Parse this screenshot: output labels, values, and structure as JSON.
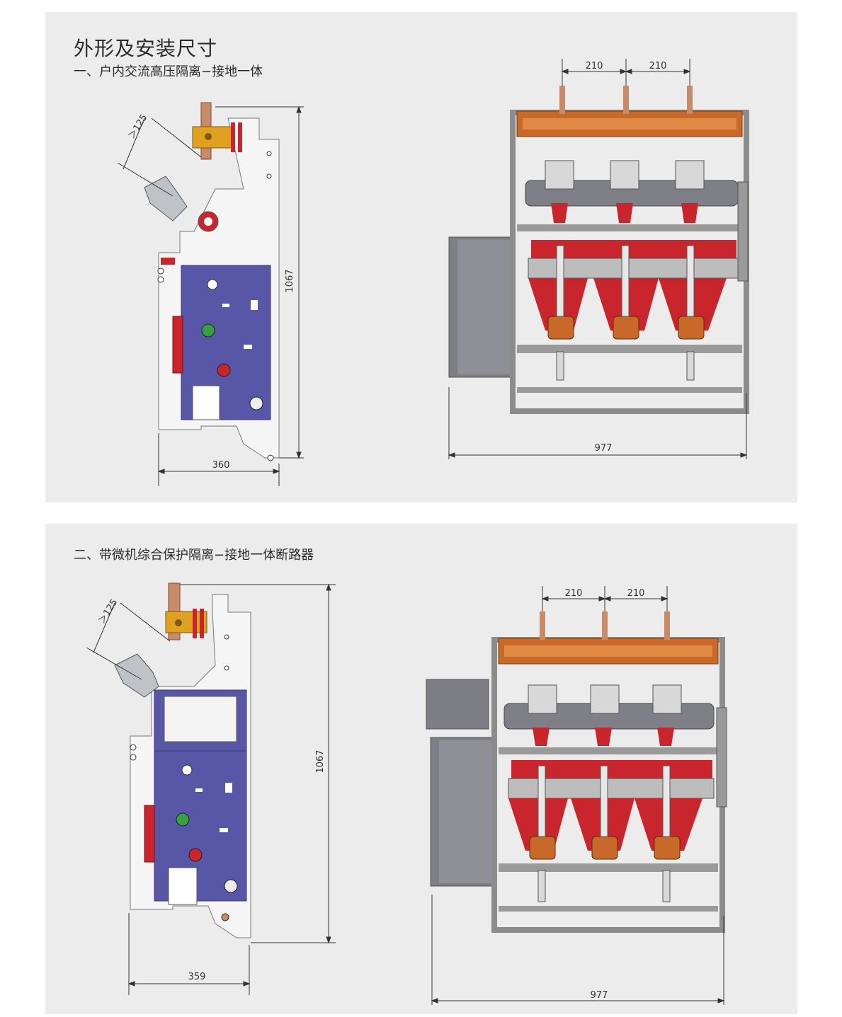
{
  "section1": {
    "title": "外形及安装尺寸",
    "subtitle": "一、户内交流高压隔离−接地一体",
    "side": {
      "clearance": "＞125",
      "height": "1067",
      "width": "360"
    },
    "front": {
      "pitch_left": "210",
      "pitch_right": "210",
      "width": "977"
    }
  },
  "section2": {
    "subtitle": "二、带微机综合保护隔离−接地一体断路器",
    "side": {
      "clearance": "＞125",
      "height": "1067",
      "width": "359"
    },
    "front": {
      "pitch_left": "210",
      "pitch_right": "210",
      "width": "977"
    }
  },
  "colors": {
    "panel_bg": "#ececec",
    "frame": "#8c8c8c",
    "bus_orange": "#c8692a",
    "insulator_red": "#c9252c",
    "mechanism_blue": "#5856a6",
    "cabinet_grey": "#7d7e86",
    "copper": "#c88b67",
    "brass": "#e0a020"
  }
}
